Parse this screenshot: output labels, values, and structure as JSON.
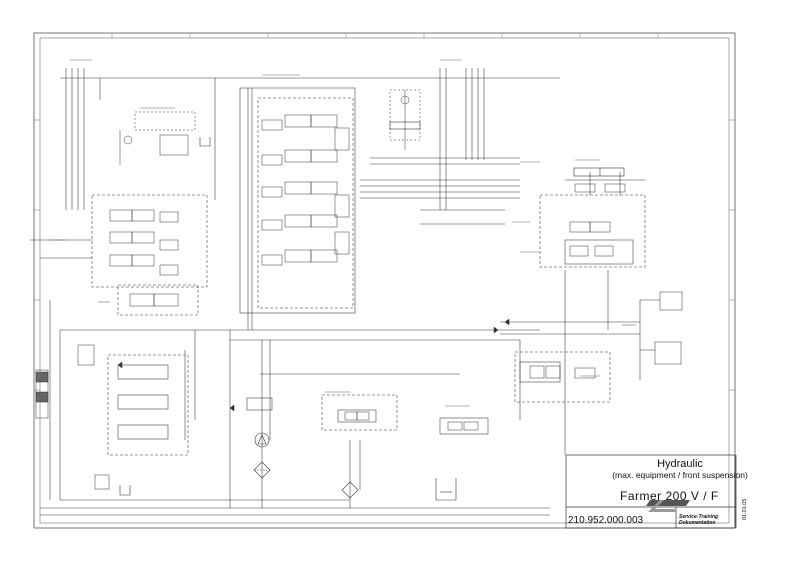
{
  "drawing": {
    "title": "Hydraulic",
    "subtitle": "(max. equipment / front suspension)",
    "model": "Farmer 200 V   / F",
    "number": "210.952.000.003",
    "date": "01.01.05",
    "department_line1": "Service-Training",
    "department_line2": "Dokumentation",
    "brand_logo": "FENDT"
  },
  "colors": {
    "line": "#333333",
    "paper": "#ffffff"
  },
  "icons": [
    "reservoir-icon",
    "filter-icon",
    "pump-icon",
    "valve-icon",
    "cylinder-icon"
  ]
}
